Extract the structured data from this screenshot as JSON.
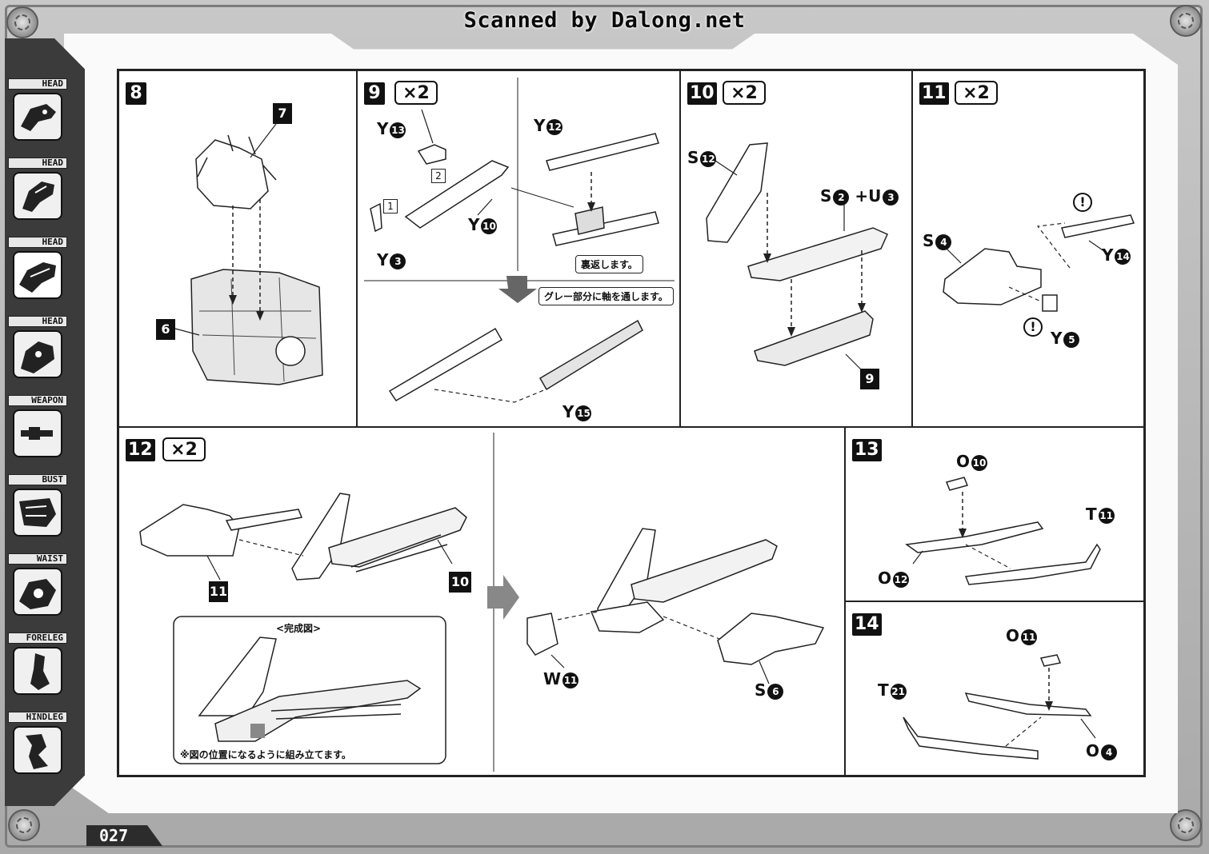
{
  "watermark": "Scanned by Dalong.net",
  "page_number": "027",
  "sidebar": {
    "tabs": [
      {
        "label": "HEAD"
      },
      {
        "label": "HEAD"
      },
      {
        "label": "HEAD"
      },
      {
        "label": "HEAD"
      },
      {
        "label": "WEAPON"
      },
      {
        "label": "BUST"
      },
      {
        "label": "WAIST"
      },
      {
        "label": "FORELEG"
      },
      {
        "label": "HINDLEG"
      }
    ]
  },
  "steps": {
    "s8": {
      "num": "8",
      "sub7": "7",
      "sub6": "6"
    },
    "s9": {
      "num": "9",
      "mult": "×2",
      "y13": "Y",
      "n13": "13",
      "y10": "Y",
      "n10": "10",
      "y3": "Y",
      "n3": "3",
      "y12": "Y",
      "n12": "12",
      "y15": "Y",
      "n15": "15",
      "order1": "1",
      "order2": "2",
      "flip_note": "裏返します。",
      "gray_note": "グレー部分に軸を通します。"
    },
    "s10": {
      "num": "10",
      "mult": "×2",
      "s12": "S",
      "n12": "12",
      "s2": "S",
      "n2": "2",
      "plus": "+",
      "u3": "U",
      "n3": "3",
      "sub9": "9"
    },
    "s11": {
      "num": "11",
      "mult": "×2",
      "s4": "S",
      "n4": "4",
      "y14": "Y",
      "n14": "14",
      "y5": "Y",
      "n5": "5",
      "warn": "!"
    },
    "s12": {
      "num": "12",
      "mult": "×2",
      "sub11": "11",
      "sub10": "10",
      "complete_title": "<完成図>",
      "complete_note": "※図の位置になるように組み立てます。",
      "w11": "W",
      "n11": "11",
      "s6": "S",
      "n6": "6"
    },
    "s13": {
      "num": "13",
      "o10": "O",
      "n10": "10",
      "t11": "T",
      "n11": "11",
      "o12": "O",
      "n12": "12"
    },
    "s14": {
      "num": "14",
      "o11": "O",
      "n11": "11",
      "t21": "T",
      "n21": "21",
      "o4": "O",
      "n4": "4"
    }
  }
}
